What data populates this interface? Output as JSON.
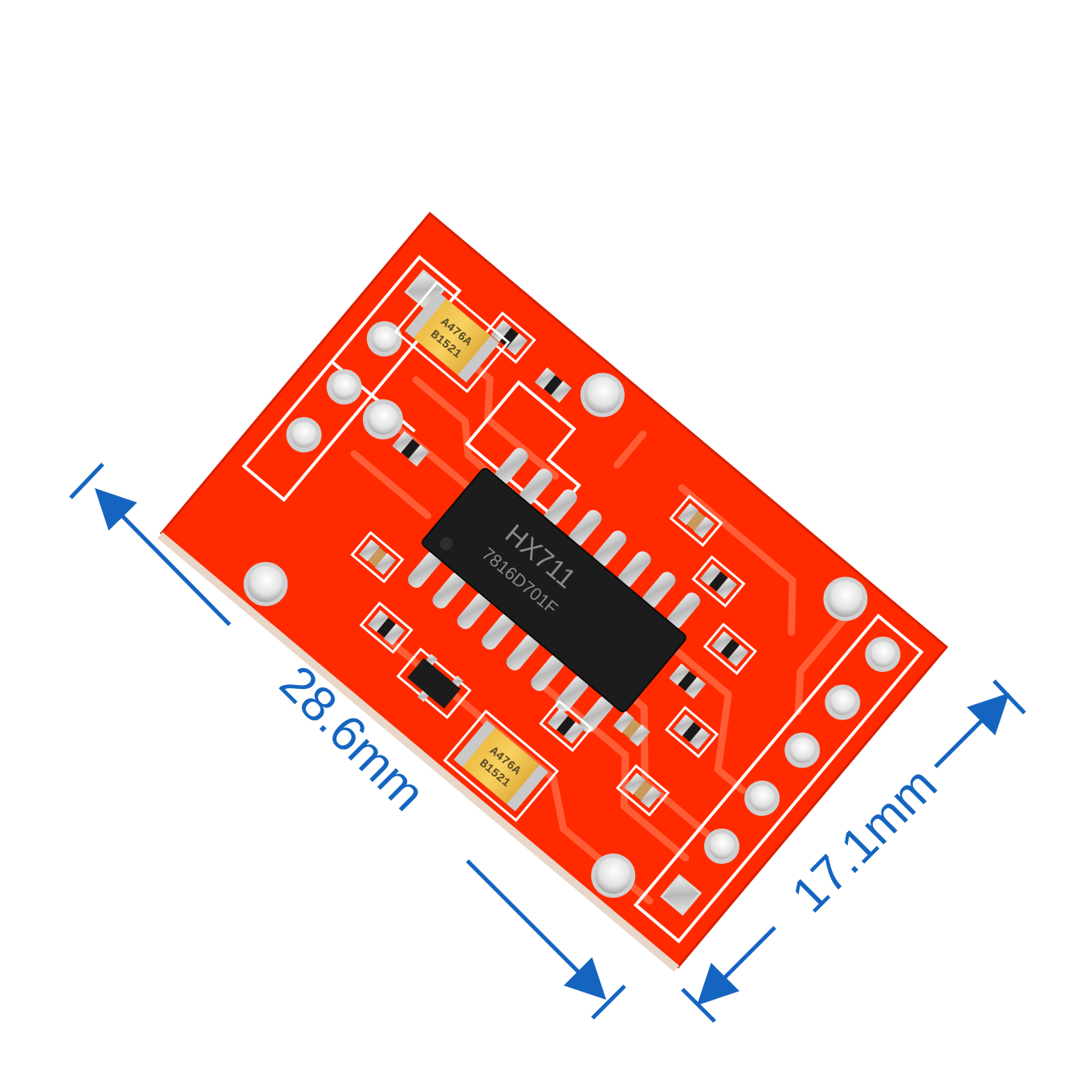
{
  "product": {
    "chip_label": "HX711",
    "chip_code": "7816D701F",
    "capacitor_marking": "A476A",
    "capacitor_code": "B1521"
  },
  "dimensions": {
    "length": "28.6mm",
    "width": "17.1mm"
  },
  "colors": {
    "board": "#ff2a00",
    "trace": "#ff5a33",
    "silkscreen": "#ffffff",
    "chip": "#1c1c1c",
    "capacitor": "#f3c44a",
    "arrow": "#1565c0",
    "pad": "#c8c8c8"
  }
}
